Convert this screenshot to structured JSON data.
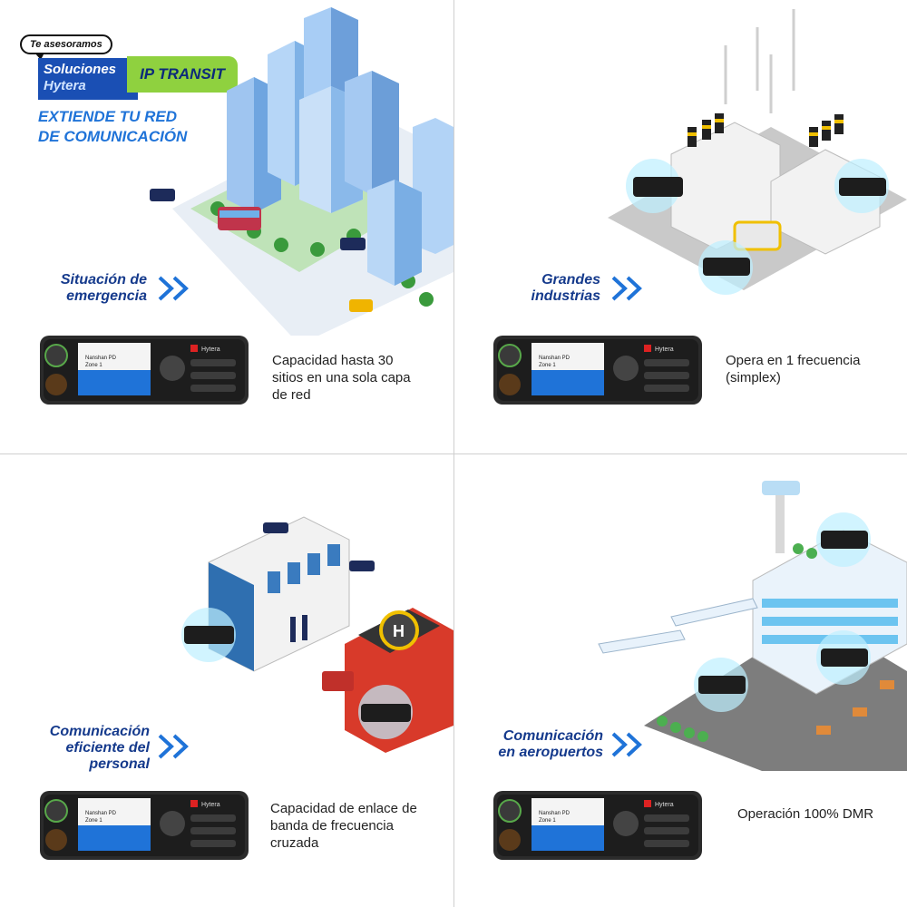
{
  "brand": {
    "bubble": "Te asesoramos",
    "name_line1": "Soluciones",
    "name_line2": "Hytera",
    "product": "IP TRANSIT",
    "headline_line1": "EXTIENDE TU RED",
    "headline_line2": "DE COMUNICACIÓN"
  },
  "panels": [
    {
      "title_lines": [
        "Situación de",
        "emergencia"
      ],
      "caption_lines": [
        "Capacidad hasta 30",
        "sitios en una sola capa",
        "de red"
      ]
    },
    {
      "title_lines": [
        "Grandes",
        "industrias"
      ],
      "caption_lines": [
        "Opera en 1 frecuencia",
        "(simplex)"
      ]
    },
    {
      "title_lines": [
        "Comunicación",
        "eficiente del",
        "personal"
      ],
      "caption_lines": [
        "Capacidad de enlace de",
        "banda de frecuencia",
        "cruzada"
      ]
    },
    {
      "title_lines": [
        "Comunicación",
        "en aeropuertos"
      ],
      "caption_lines": [
        "Operación 100% DMR"
      ]
    }
  ],
  "radio": {
    "brand": "Hytera",
    "screen_line1": "Nanshan PD",
    "screen_line2": "Zone 1"
  },
  "colors": {
    "title_blue": "#153a8c",
    "accent_blue": "#1f73d8",
    "brand_blue": "#1a4fb4",
    "brand_green": "#8fd13f",
    "chevron": "#1f73d8"
  }
}
